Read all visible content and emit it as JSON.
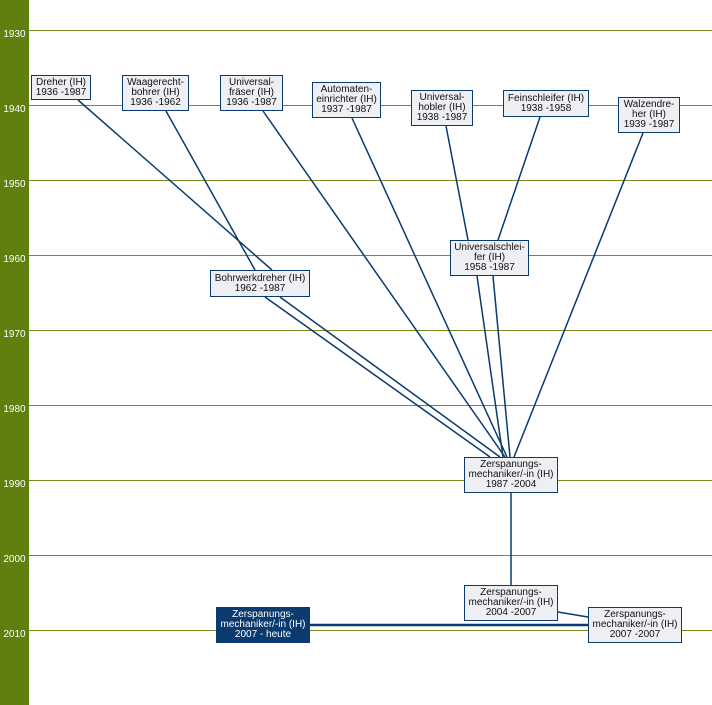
{
  "years": [
    "1930",
    "1940",
    "1950",
    "1960",
    "1970",
    "1980",
    "1990",
    "2000",
    "2010"
  ],
  "nodes": [
    {
      "name": "Dreher (IH)",
      "period": "1936 -1987"
    },
    {
      "name": "Waagerecht-bohrer (IH)",
      "period": "1936 -1962"
    },
    {
      "name": "Universal-fräser (IH)",
      "period": "1936 -1987"
    },
    {
      "name": "Automaten-einrichter (IH)",
      "period": "1937 -1987"
    },
    {
      "name": "Universal-hobler (IH)",
      "period": "1938 -1987"
    },
    {
      "name": "Feinschleifer (IH)",
      "period": "1938 -1958"
    },
    {
      "name": "Walzendre-her (IH)",
      "period": "1939 -1987"
    },
    {
      "name": "Bohrwerkdreher (IH)",
      "period": "1962 -1987"
    },
    {
      "name": "Universalschlei-fer (IH)",
      "period": "1958 -1987"
    },
    {
      "name": "Zerspanungs-mechaniker/-in (IH)",
      "period": "1987 -2004"
    },
    {
      "name": "Zerspanungs-mechaniker/-in (IH)",
      "period": "2004 -2007"
    },
    {
      "name": "Zerspanungs-mechaniker/-in (IH)",
      "period": "2007 -2007"
    },
    {
      "name": "Zerspanungs-mechaniker/-in (IH)",
      "period": "2007 - heute"
    }
  ],
  "colors": {
    "axis": "#5f7f0f",
    "line": "#0a3a6e",
    "current": "#0a3a6e"
  }
}
